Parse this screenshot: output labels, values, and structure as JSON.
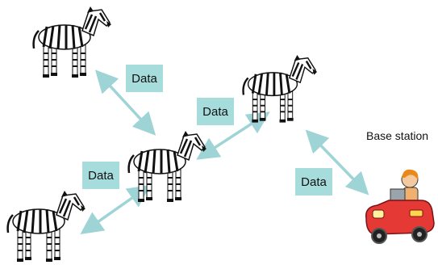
{
  "diagram": {
    "edge_labels": [
      "Data",
      "Data",
      "Data",
      "Data"
    ],
    "base_station_label": "Base station",
    "colors": {
      "arrow": "#9fd4d6",
      "label_bg": "#a7dcdc",
      "zebra_body": "#ffffff",
      "zebra_stripe": "#111111",
      "car_body": "#e53935",
      "person_hair": "#e8891a"
    },
    "nodes": [
      "zebra-top-left",
      "zebra-center",
      "zebra-upper-right",
      "zebra-bottom-left",
      "base-station-car"
    ]
  }
}
